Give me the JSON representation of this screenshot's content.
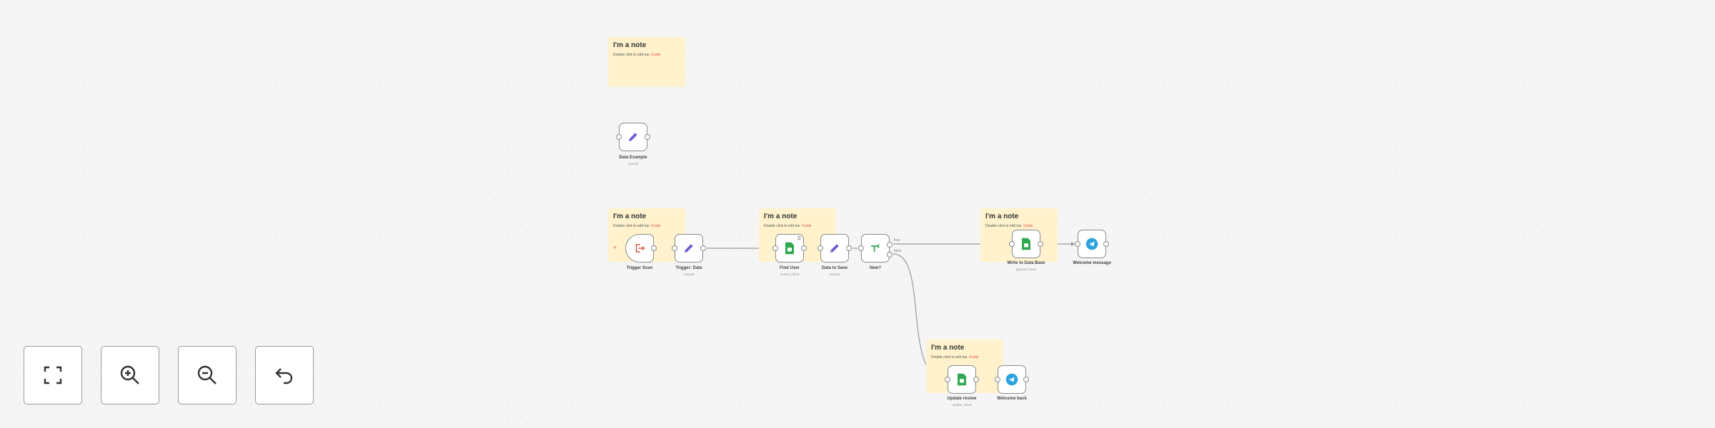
{
  "colors": {
    "sticky_bg": "#fff2cc",
    "node_border": "#8a8a8a",
    "edge": "#9a9a9a",
    "sheets_green": "#2fa84f",
    "telegram_blue": "#2aa3dd",
    "edit_purple": "#6e5fd6",
    "trigger_red": "#e25a4a"
  },
  "notes": [
    {
      "title": "I'm a note",
      "body": "Double click to edit me.",
      "link": "Guide"
    },
    {
      "title": "I'm a note",
      "body": "Double click to edit me.",
      "link": "Guide"
    },
    {
      "title": "I'm a note",
      "body": "Double click to edit me.",
      "link": "Guide"
    },
    {
      "title": "I'm a note",
      "body": "Double click to edit me.",
      "link": "Guide"
    },
    {
      "title": "I'm a note",
      "body": "Double click to edit me.",
      "link": "Guide"
    }
  ],
  "nodes": {
    "data_example": {
      "label": "Data Example",
      "sub": "manual",
      "icon": "pencil-icon"
    },
    "trigger_scan": {
      "label": "Trigger Scan",
      "icon": "trigger-exit-icon"
    },
    "trigger_data": {
      "label": "Trigger: Data",
      "sub": "manual",
      "icon": "pencil-icon"
    },
    "find_user": {
      "label": "Find User",
      "sub": "lookup: sheet",
      "icon": "google-sheets-icon"
    },
    "data_to_save": {
      "label": "Data to Save",
      "sub": "manual",
      "icon": "pencil-icon"
    },
    "new_if": {
      "label": "New?",
      "icon": "if-branch-icon",
      "branch_true": "true",
      "branch_false": "false"
    },
    "write_to_data_base": {
      "label": "Write to Data Base",
      "sub": "append: sheet",
      "icon": "google-sheets-icon"
    },
    "welcome_message": {
      "label": "Welcome message",
      "icon": "telegram-icon"
    },
    "update_review": {
      "label": "Update review",
      "sub": "update: sheet",
      "icon": "google-sheets-icon"
    },
    "welcome_back": {
      "label": "Welcome back",
      "icon": "telegram-icon"
    }
  },
  "controls": [
    {
      "icon": "fit-view-icon"
    },
    {
      "icon": "zoom-in-icon"
    },
    {
      "icon": "zoom-out-icon"
    },
    {
      "icon": "undo-icon"
    }
  ]
}
